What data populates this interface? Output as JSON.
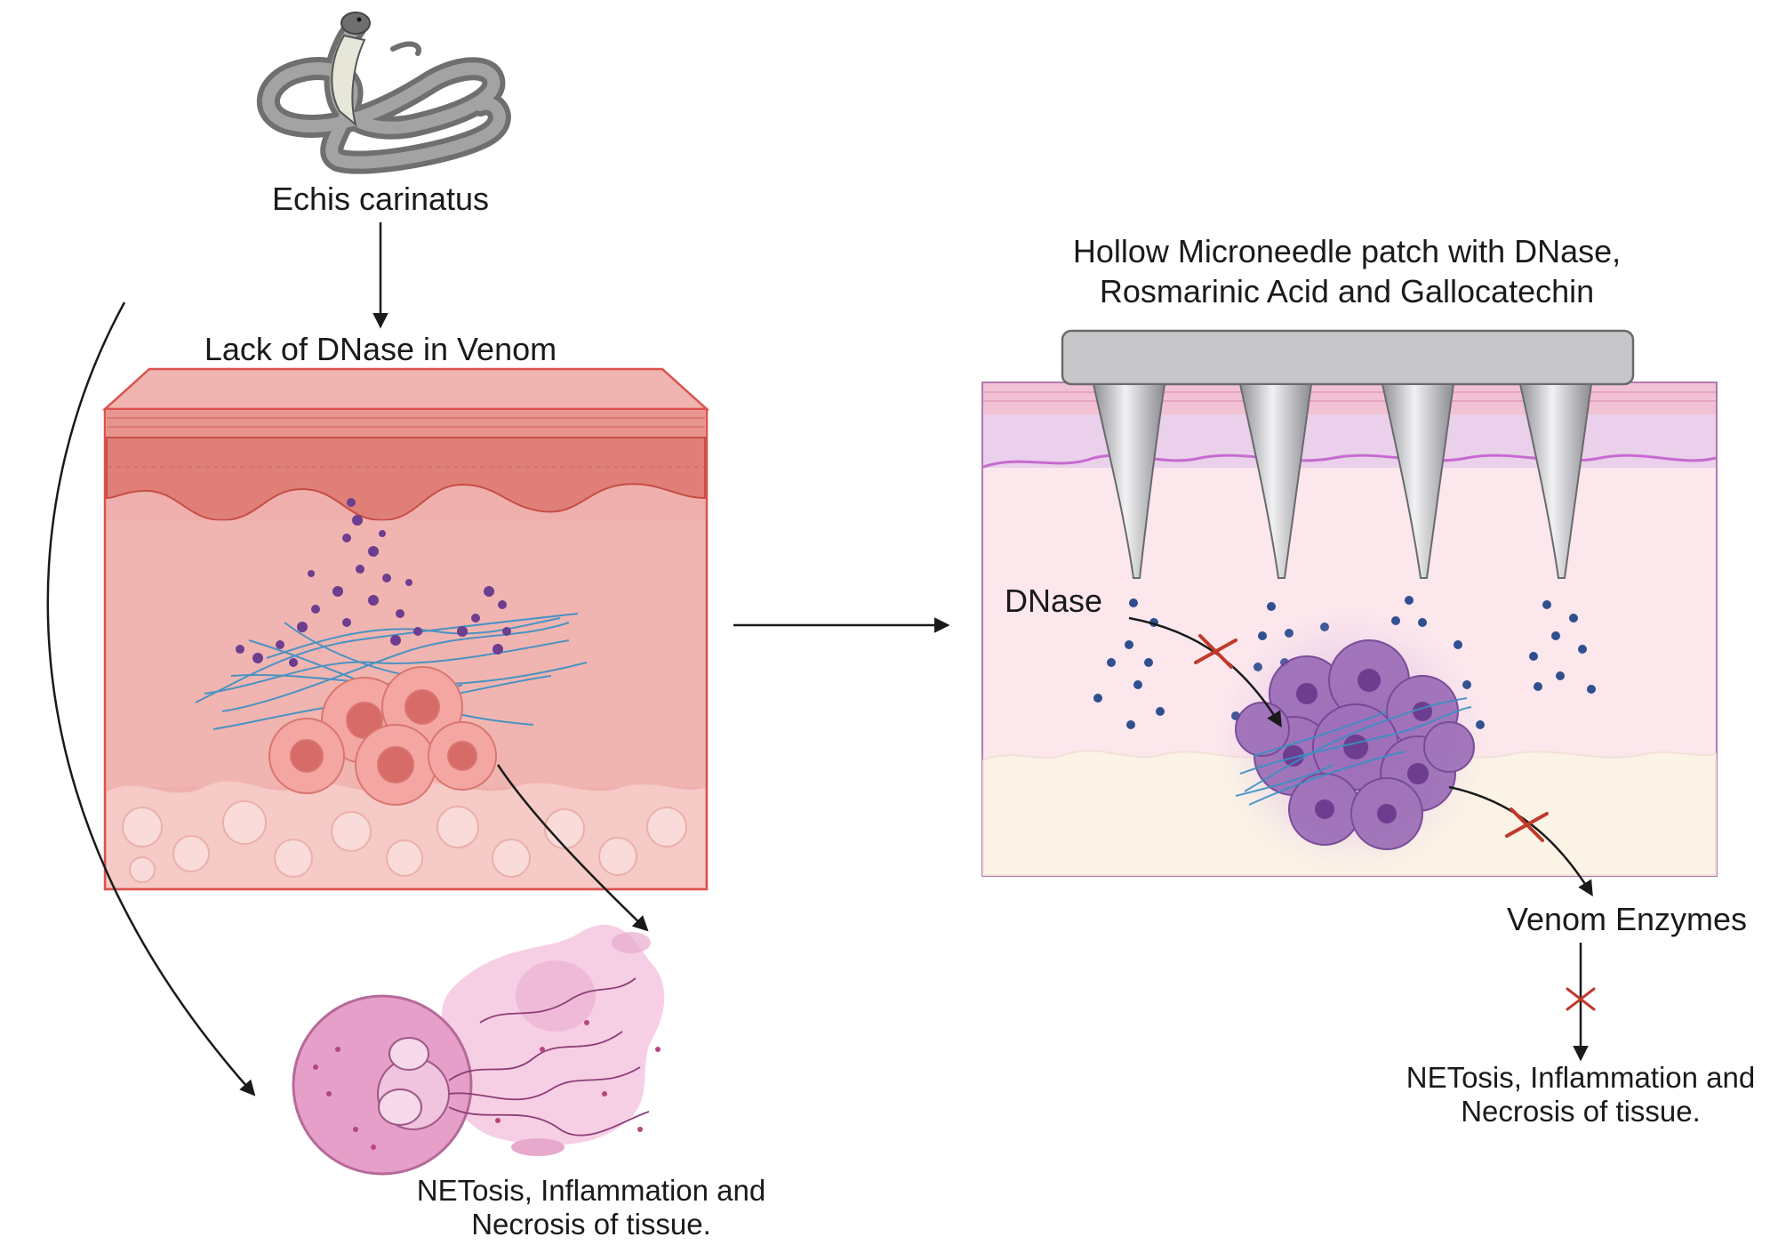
{
  "left_panel": {
    "organism_label": "Echis carinatus",
    "cause_label": "Lack of DNase in Venom",
    "outcome_line1": "NETosis, Inflammation and",
    "outcome_line2": "Necrosis of tissue."
  },
  "right_panel": {
    "patch_title_line1": "Hollow Microneedle patch with DNase,",
    "patch_title_line2": "Rosmarinic Acid and Gallocatechin",
    "dnase_label": "DNase",
    "venom_label": "Venom Enzymes",
    "outcome_line1": "NETosis, Inflammation and",
    "outcome_line2": "Necrosis of tissue."
  },
  "colors": {
    "skin_red": "#e9a8a4",
    "skin_border": "#d9534f",
    "net_blue": "#3a8fc4",
    "venom_purple": "#6d3d8f",
    "patch_gray": "#c7c7c9",
    "blocked_x": "#c0392b",
    "dnase_dot": "#2f4f8f"
  }
}
